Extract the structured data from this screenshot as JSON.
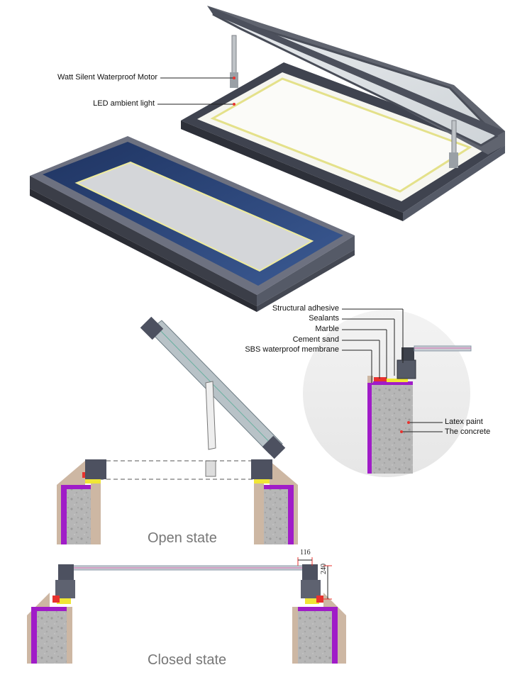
{
  "callouts_top": {
    "motor": "Watt Silent Waterproof Motor",
    "led": "LED ambient light"
  },
  "callouts_detail": {
    "structural_adhesive": "Structural adhesive",
    "sealants": "Sealants",
    "marble": "Marble",
    "cement_sand": "Cement sand",
    "sbs_membrane": "SBS waterproof membrane",
    "latex_paint": "Latex paint",
    "concrete": "The concrete"
  },
  "states": {
    "open": "Open state",
    "closed": "Closed state"
  },
  "dimensions": {
    "width": "116",
    "height": "240"
  },
  "colors": {
    "frame": "#4d5160",
    "frame_light": "#7b7f8e",
    "glass_blue": "#2c4574",
    "led": "#f3f1a6",
    "purple": "#a01cc8",
    "concrete": "#b4b4b4",
    "red": "#e8322e",
    "yellow": "#f0e636",
    "tan": "#cdb7a3",
    "label_line": "#222222"
  }
}
